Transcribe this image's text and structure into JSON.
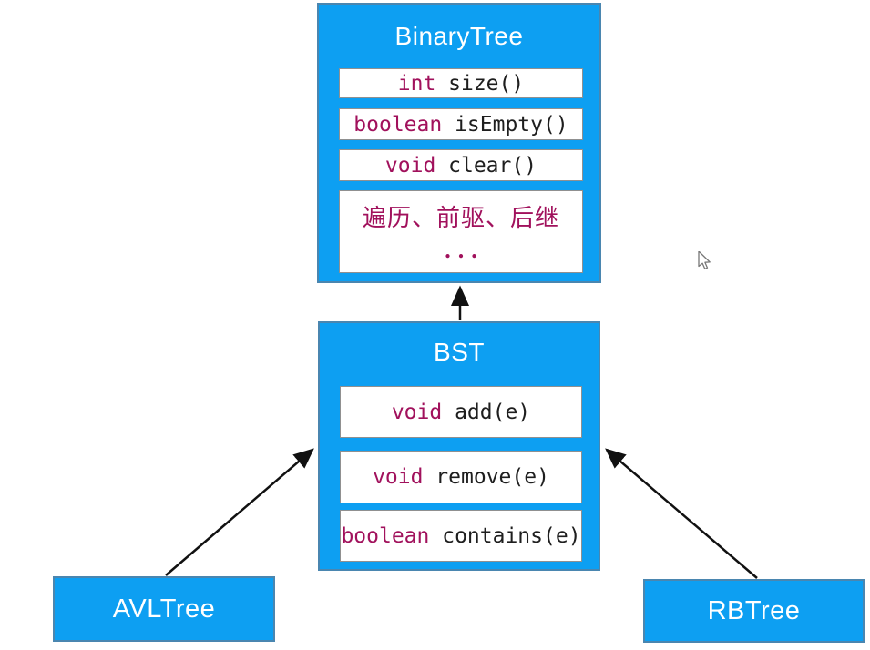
{
  "colors": {
    "box_fill": "#0D9FF2",
    "box_border": "#4A86B0",
    "row_background": "#FFFFFF",
    "row_border": "#909090",
    "keyword_text": "#A1115C",
    "code_text": "#1E1E1E",
    "title_text": "#FFFFFF",
    "arrow": "#111111"
  },
  "nodes": {
    "binarytree": {
      "title": "BinaryTree",
      "methods": [
        {
          "keyword": "int",
          "rest": " size()"
        },
        {
          "keyword": "boolean",
          "rest": " isEmpty()"
        },
        {
          "keyword": "void",
          "rest": " clear()"
        }
      ],
      "note_line1": "遍历、前驱、后继",
      "note_line2": "..."
    },
    "bst": {
      "title": "BST",
      "methods": [
        {
          "keyword": "void",
          "rest": " add(e)"
        },
        {
          "keyword": "void",
          "rest": " remove(e)"
        },
        {
          "keyword": "boolean",
          "rest": " contains(e)"
        }
      ]
    },
    "avltree": {
      "title": "AVLTree"
    },
    "rbtree": {
      "title": "RBTree"
    }
  },
  "relations": [
    {
      "from": "BST",
      "to": "BinaryTree",
      "type": "inheritance-arrow"
    },
    {
      "from": "AVLTree",
      "to": "BST",
      "type": "inheritance-arrow"
    },
    {
      "from": "RBTree",
      "to": "BST",
      "type": "inheritance-arrow"
    }
  ]
}
